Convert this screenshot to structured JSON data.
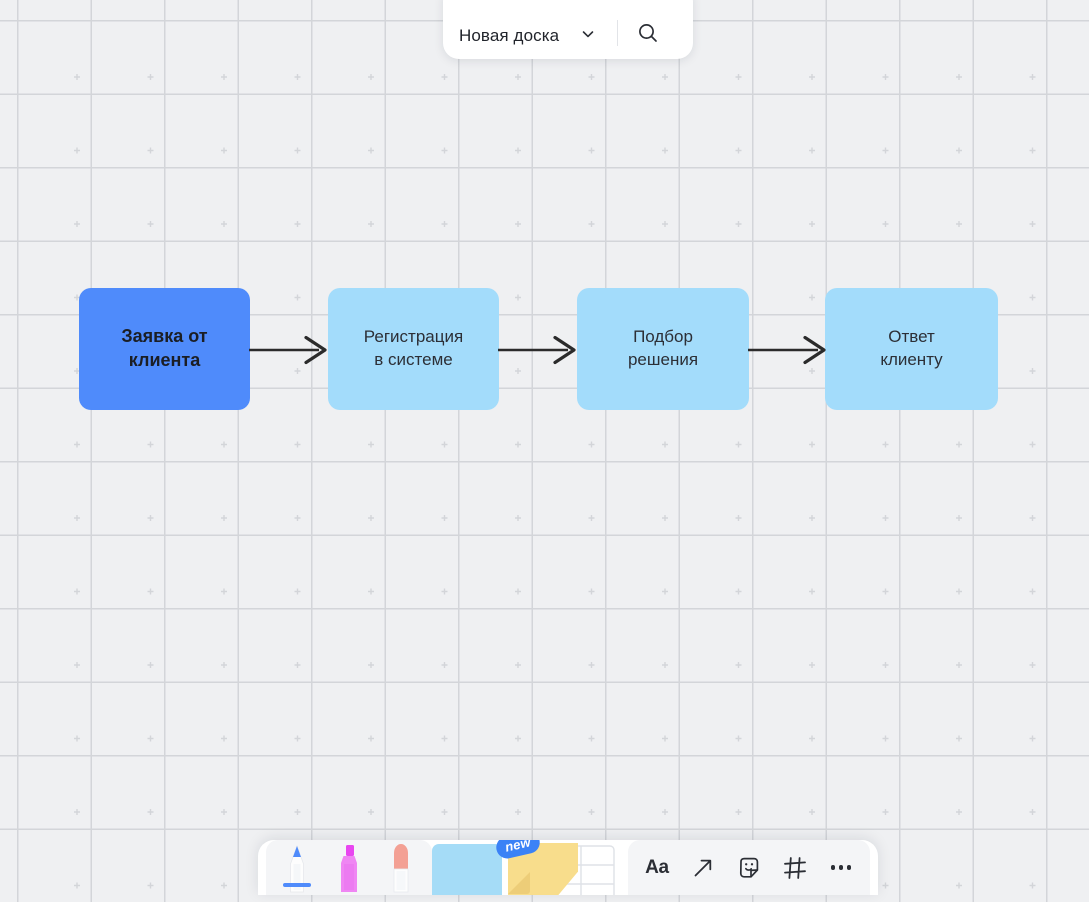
{
  "board": {
    "title": "Новая доска",
    "background_color": "#eff0f2",
    "grid_dot_color": "#d3d5d9"
  },
  "topbar": {
    "title": "Новая доска",
    "chevron_icon": "chevron-down-icon",
    "search_icon": "search-icon"
  },
  "diagram": {
    "type": "flowchart",
    "orientation": "left-to-right",
    "connector_color": "#2b2b2b",
    "nodes": [
      {
        "id": "n1",
        "label": "Заявка от клиента",
        "line1": "Заявка от",
        "line2": "клиента",
        "color": "#4f8bfb",
        "selected": true,
        "bold": true
      },
      {
        "id": "n2",
        "label": "Регистрация в системе",
        "line1": "Регистрация",
        "line2": "в системе",
        "color": "#a3dcfb",
        "selected": false,
        "bold": false
      },
      {
        "id": "n3",
        "label": "Подбор решения",
        "line1": "Подбор",
        "line2": "решения",
        "color": "#a3dcfb",
        "selected": false,
        "bold": false
      },
      {
        "id": "n4",
        "label": "Ответ клиенту",
        "line1": "Ответ",
        "line2": "клиенту",
        "color": "#a3dcfb",
        "selected": false,
        "bold": false
      }
    ],
    "edges": [
      {
        "from": "n1",
        "to": "n2",
        "arrow": "right"
      },
      {
        "from": "n2",
        "to": "n3",
        "arrow": "right"
      },
      {
        "from": "n3",
        "to": "n4",
        "arrow": "right"
      }
    ]
  },
  "toolbar": {
    "tools": [
      {
        "name": "pen",
        "icon": "pen-icon",
        "selected": true,
        "accent": "#4f8bfb"
      },
      {
        "name": "highlighter",
        "icon": "highlighter-icon",
        "selected": false,
        "accent": "#e35df0"
      },
      {
        "name": "eraser",
        "icon": "eraser-icon",
        "selected": false,
        "accent": "#f29b8f"
      },
      {
        "name": "sticky-note-blue",
        "icon": "sticky-note-icon",
        "selected": false,
        "accent": "#a5dcf7"
      },
      {
        "name": "sticky-note-yellow",
        "icon": "sticky-note-icon",
        "selected": false,
        "accent": "#f8dd8c",
        "badge": "new"
      },
      {
        "name": "table",
        "icon": "table-icon",
        "selected": false
      },
      {
        "name": "text",
        "icon": "text-icon",
        "label": "Aa"
      },
      {
        "name": "arrow",
        "icon": "arrow-up-right-icon"
      },
      {
        "name": "sticker",
        "icon": "sticker-face-icon"
      },
      {
        "name": "frame",
        "icon": "frame-icon"
      },
      {
        "name": "more",
        "icon": "more-horizontal-icon"
      }
    ],
    "badge_label": "new",
    "text_tool_label": "Aa"
  }
}
